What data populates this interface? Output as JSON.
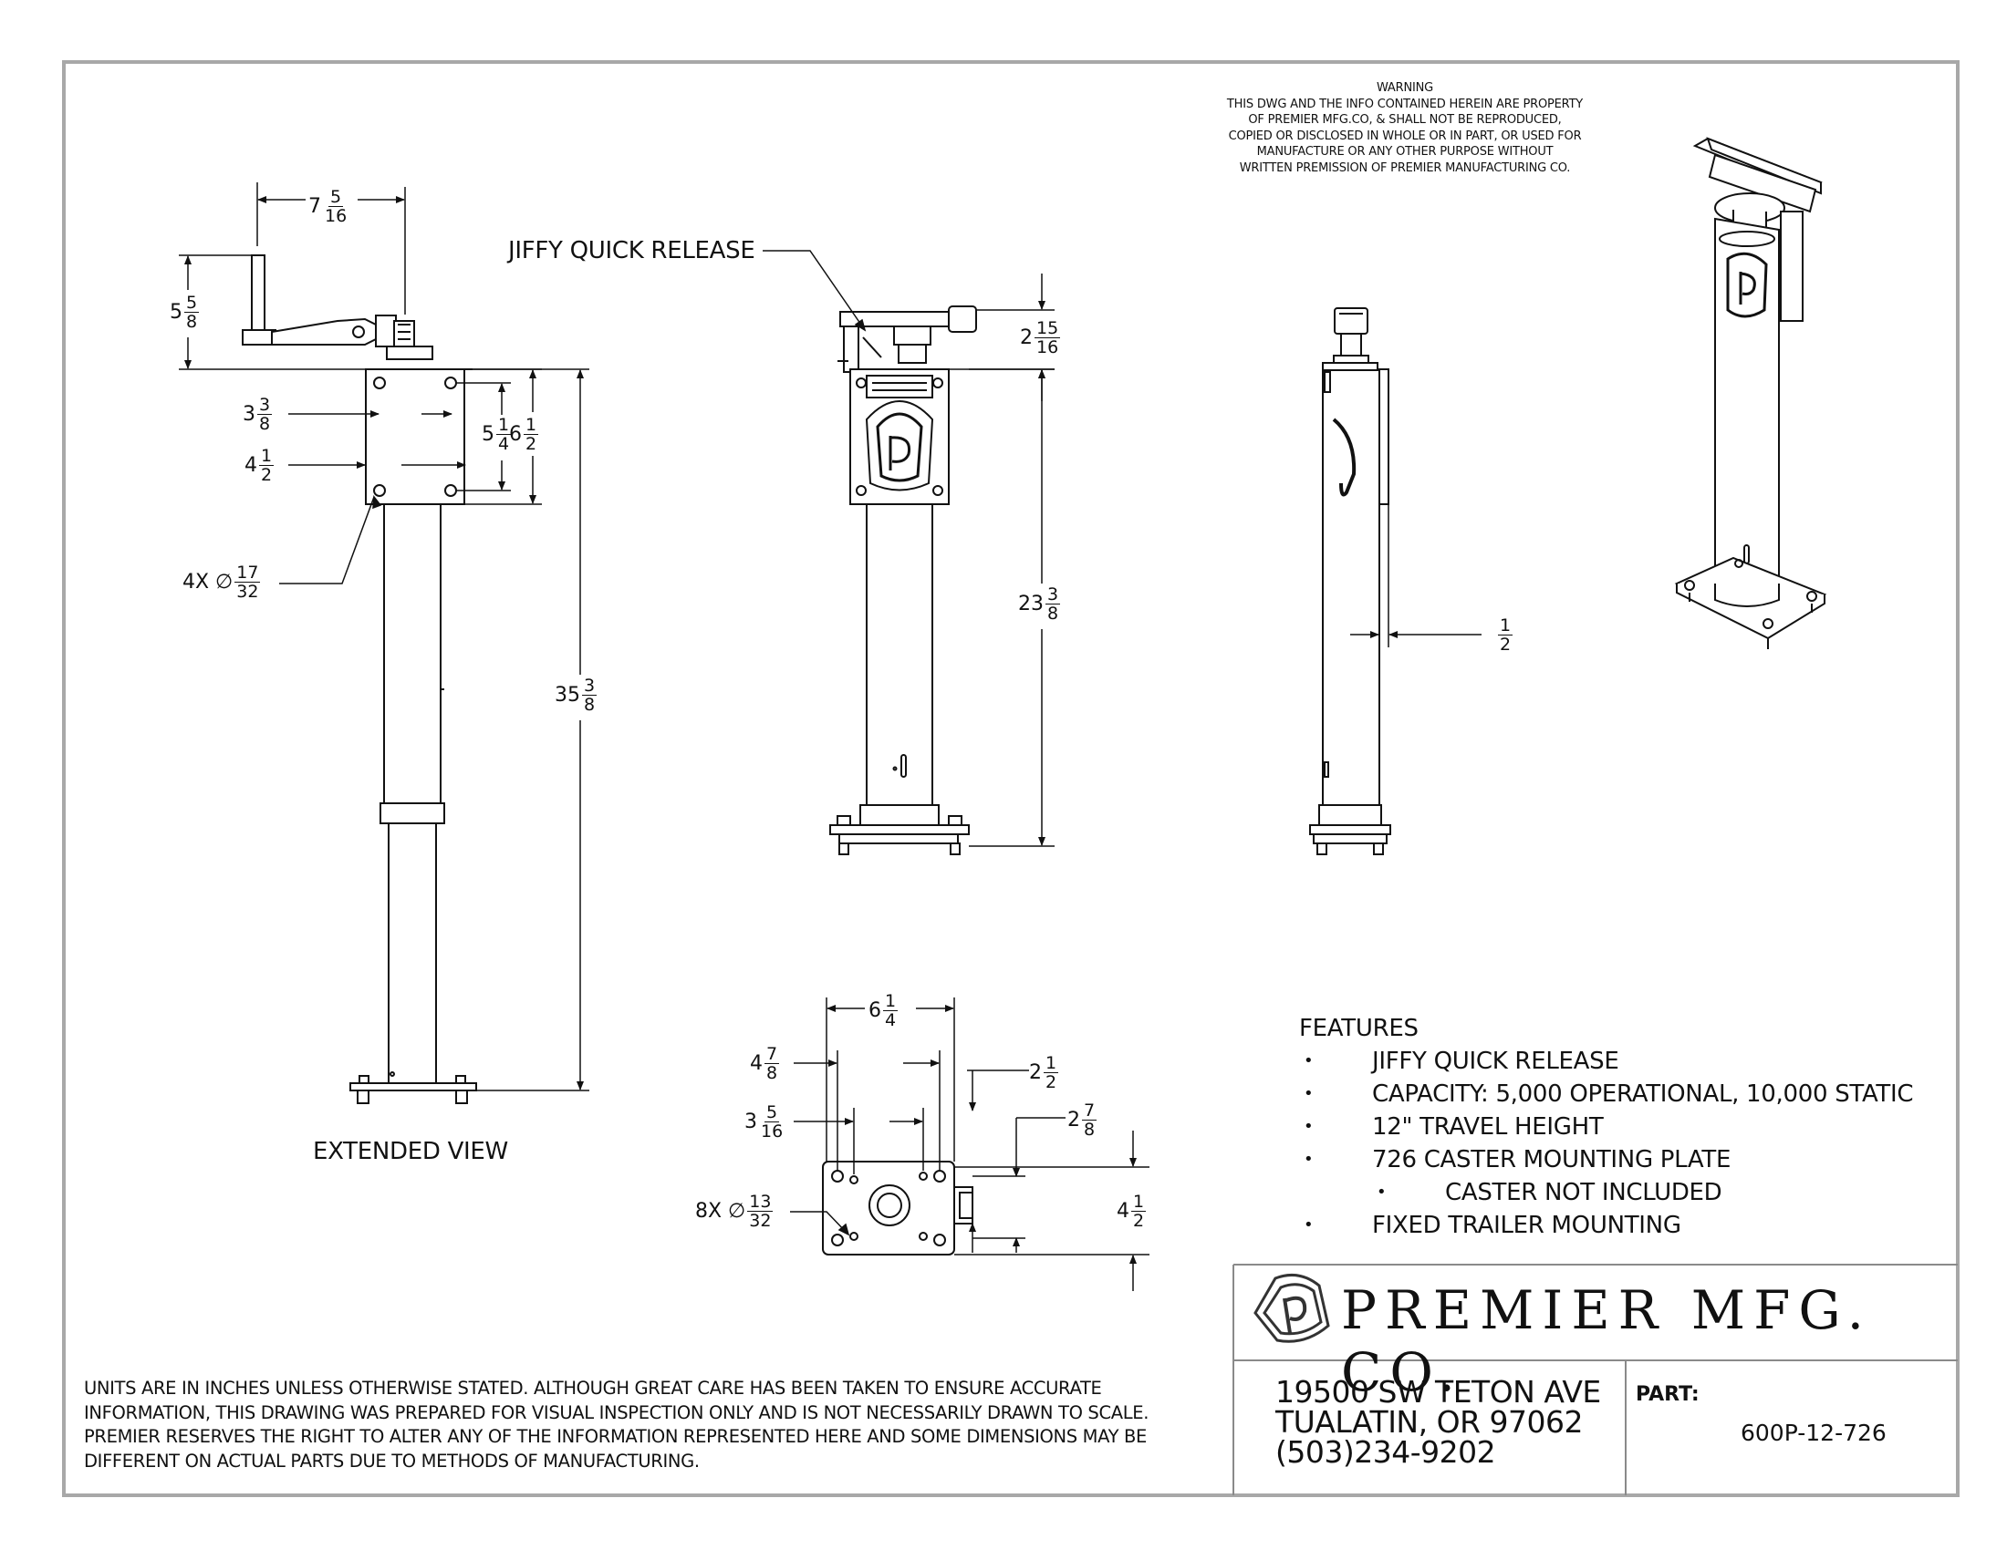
{
  "warning": {
    "title": "WARNING",
    "lines": [
      "THIS DWG AND THE INFO CONTAINED HEREIN ARE PROPERTY",
      "OF PREMIER MFG.CO, & SHALL NOT BE REPRODUCED,",
      "COPIED OR DISCLOSED IN WHOLE OR IN PART, OR USED FOR",
      "MANUFACTURE OR ANY OTHER PURPOSE WITHOUT",
      "WRITTEN PREMISSION OF PREMIER MANUFACTURING CO."
    ]
  },
  "callouts": {
    "jiffy": "JIFFY QUICK RELEASE",
    "extended_view": "EXTENDED VIEW"
  },
  "dimensions": {
    "handle_reach": {
      "whole": "7",
      "num": "5",
      "den": "16"
    },
    "handle_height": {
      "whole": "5",
      "num": "5",
      "den": "8"
    },
    "hole_spacing_inner": {
      "whole": "3",
      "num": "3",
      "den": "8"
    },
    "bracket_width": {
      "whole": "4",
      "num": "1",
      "den": "2"
    },
    "hole_spacing_vert": {
      "whole": "5",
      "num": "1",
      "den": "4"
    },
    "bracket_height": {
      "whole": "6",
      "num": "1",
      "den": "2"
    },
    "mount_holes": {
      "whole": "4X ∅",
      "num": "17",
      "den": "32"
    },
    "extended_height": {
      "whole": "35",
      "num": "3",
      "den": "8"
    },
    "handle_top": {
      "whole": "2",
      "num": "15",
      "den": "16"
    },
    "retracted_height": {
      "whole": "23",
      "num": "3",
      "den": "8"
    },
    "offset": {
      "whole": "",
      "num": "1",
      "den": "2"
    },
    "plate_width": {
      "whole": "6",
      "num": "1",
      "den": "4"
    },
    "plate_holes_outer": {
      "whole": "4",
      "num": "7",
      "den": "8"
    },
    "plate_holes_inner": {
      "whole": "3",
      "num": "5",
      "den": "16"
    },
    "plate_depth_a": {
      "whole": "2",
      "num": "1",
      "den": "2"
    },
    "plate_depth_b": {
      "whole": "2",
      "num": "7",
      "den": "8"
    },
    "plate_holes": {
      "whole": "8X ∅",
      "num": "13",
      "den": "32"
    },
    "plate_height": {
      "whole": "4",
      "num": "1",
      "den": "2"
    }
  },
  "features": {
    "heading": "FEATURES",
    "items": [
      {
        "text": "JIFFY QUICK RELEASE",
        "level": 0
      },
      {
        "text": "CAPACITY: 5,000 OPERATIONAL, 10,000 STATIC",
        "level": 0
      },
      {
        "text": "12\" TRAVEL HEIGHT",
        "level": 0
      },
      {
        "text": "726 CASTER MOUNTING PLATE",
        "level": 0
      },
      {
        "text": "CASTER NOT INCLUDED",
        "level": 1
      },
      {
        "text": "FIXED TRAILER MOUNTING",
        "level": 0
      }
    ]
  },
  "title_block": {
    "company": "PREMIER MFG. CO.",
    "address": [
      "19500 SW TETON AVE",
      "TUALATIN, OR 97062",
      "(503)234-9202"
    ],
    "part_label": "PART:",
    "part_number": "600P-12-726"
  },
  "notes": "UNITS ARE IN INCHES UNLESS OTHERWISE STATED.  ALTHOUGH GREAT CARE HAS BEEN TAKEN TO ENSURE ACCURATE INFORMATION, THIS DRAWING WAS PREPARED FOR VISUAL INSPECTION ONLY AND IS NOT NECESSARILY DRAWN TO SCALE.  PREMIER RESERVES THE RIGHT TO ALTER ANY OF THE INFORMATION REPRESENTED HERE AND SOME DIMENSIONS MAY BE DIFFERENT ON ACTUAL PARTS DUE TO METHODS OF MANUFACTURING."
}
